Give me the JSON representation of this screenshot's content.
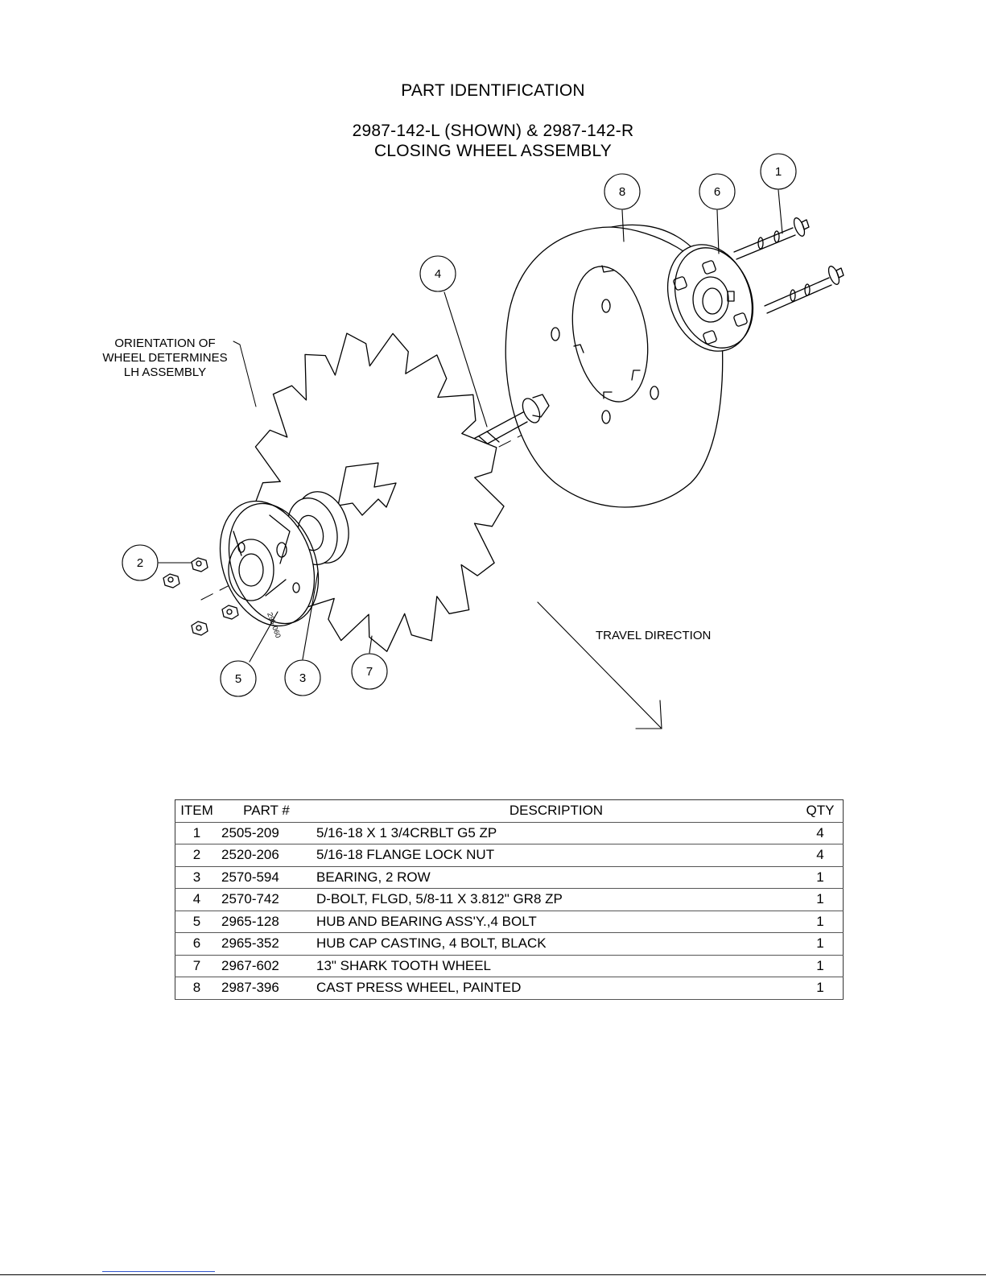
{
  "header": {
    "line1": "PART IDENTIFICATION",
    "line2": "2987-142-L (SHOWN) & 2987-142-R",
    "line3": "CLOSING WHEEL ASSEMBLY"
  },
  "notes": {
    "orientation": [
      "ORIENTATION OF",
      "WHEEL DETERMINES",
      "LH ASSEMBLY"
    ],
    "travel": "TRAVEL DIRECTION"
  },
  "hub_marking": "295-060",
  "callouts": [
    "1",
    "2",
    "3",
    "4",
    "5",
    "6",
    "7",
    "8"
  ],
  "table": {
    "headers": {
      "item": "ITEM",
      "part": "PART #",
      "description": "DESCRIPTION",
      "qty": "QTY"
    },
    "rows": [
      {
        "item": "1",
        "part": "2505-209",
        "description": "5/16-18 X 1 3/4CRBLT G5 ZP",
        "qty": "4"
      },
      {
        "item": "2",
        "part": "2520-206",
        "description": "5/16-18 FLANGE LOCK NUT",
        "qty": "4"
      },
      {
        "item": "3",
        "part": "2570-594",
        "description": "BEARING, 2 ROW",
        "qty": "1"
      },
      {
        "item": "4",
        "part": "2570-742",
        "description": "D-BOLT, FLGD, 5/8-11 X 3.812\" GR8 ZP",
        "qty": "1"
      },
      {
        "item": "5",
        "part": "2965-128",
        "description": "HUB AND BEARING ASS'Y.,4 BOLT",
        "qty": "1"
      },
      {
        "item": "6",
        "part": "2965-352",
        "description": "HUB CAP CASTING, 4 BOLT, BLACK",
        "qty": "1"
      },
      {
        "item": "7",
        "part": "2967-602",
        "description": "13\" SHARK TOOTH WHEEL",
        "qty": "1"
      },
      {
        "item": "8",
        "part": "2987-396",
        "description": "CAST PRESS WHEEL, PAINTED",
        "qty": "1"
      }
    ]
  }
}
